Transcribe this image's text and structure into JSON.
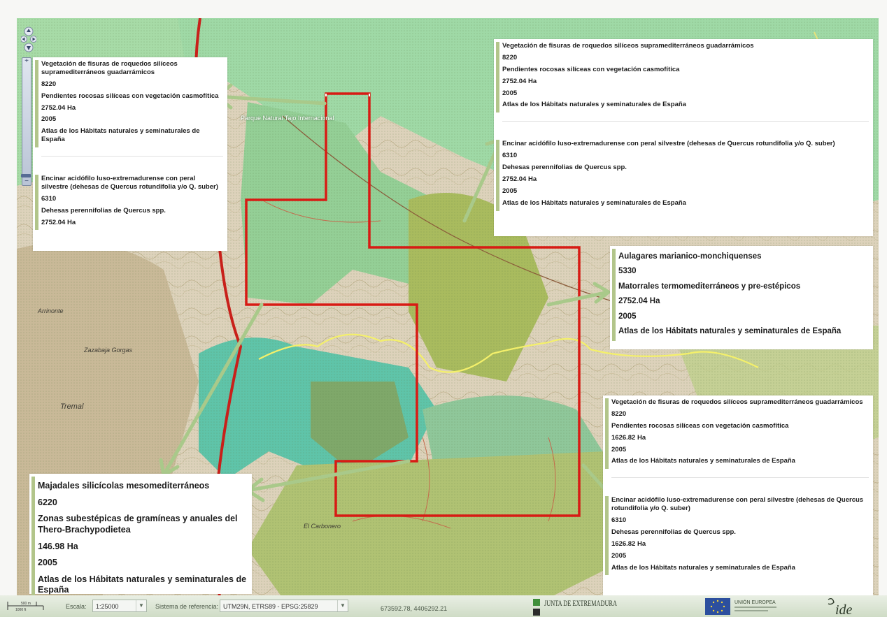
{
  "map": {
    "place_labels": [
      "Parque Natural Tajo Internacional",
      "Tremal",
      "El Carbonero",
      "Zazabaja Gorgas",
      "Arrinonte"
    ]
  },
  "popups": {
    "top_left": [
      {
        "name": "Vegetación de fisuras de roquedos silíceos supramediterráneos guadarrámicos",
        "code": "8220",
        "description": "Pendientes rocosas silíceas con vegetación casmofítica",
        "area": "2752.04 Ha",
        "year": "2005",
        "source": "Atlas de los Hábitats naturales y seminaturales de España"
      },
      {
        "name": "Encinar acidófilo luso-extremadurense con peral silvestre (dehesas de Quercus rotundifolia y/o Q. suber)",
        "code": "6310",
        "description": "Dehesas perennifolias de Quercus spp.",
        "area": "2752.04 Ha"
      }
    ],
    "top_right": [
      {
        "name": "Vegetación de fisuras de roquedos silíceos supramediterráneos guadarrámicos",
        "code": "8220",
        "description": "Pendientes rocosas silíceas con vegetación casmofítica",
        "area": "2752.04 Ha",
        "year": "2005",
        "source": "Atlas de los Hábitats naturales y seminaturales de España"
      },
      {
        "name": "Encinar acidófilo luso-extremadurense con peral silvestre (dehesas de Quercus rotundifolia y/o Q. suber)",
        "code": "6310",
        "description": "Dehesas perennifolias de Quercus spp.",
        "area": "2752.04 Ha",
        "year": "2005",
        "source": "Atlas de los Hábitats naturales y seminaturales de España"
      }
    ],
    "middle_right": {
      "name": "Aulagares marianico-monchiquenses",
      "code": "5330",
      "description": "Matorrales termomediterráneos y pre-estépicos",
      "area": "2752.04 Ha",
      "year": "2005",
      "source": "Atlas de los Hábitats naturales y seminaturales de España"
    },
    "bottom_right": [
      {
        "name": "Vegetación de fisuras de roquedos silíceos supramediterráneos guadarrámicos",
        "code": "8220",
        "description": "Pendientes rocosas silíceas con vegetación casmofítica",
        "area": "1626.82 Ha",
        "year": "2005",
        "source": "Atlas de los Hábitats naturales y seminaturales de España"
      },
      {
        "name": "Encinar acidófilo luso-extremadurense con peral silvestre (dehesas de Quercus rotundifolia y/o Q. suber)",
        "code": "6310",
        "description": "Dehesas perennifolias de Quercus spp.",
        "area": "1626.82 Ha",
        "year": "2005",
        "source": "Atlas de los Hábitats naturales y seminaturales de España"
      }
    ],
    "bottom_left": {
      "name": "Majadales silicícolas mesomediterráneos",
      "code": "6220",
      "description": "Zonas subestépicas de gramíneas y anuales del Thero-Brachypodietea",
      "area": "146.98 Ha",
      "year": "2005",
      "source": "Atlas de los Hábitats naturales y seminaturales de España"
    }
  },
  "footer": {
    "scale_label": "Escala:",
    "scale_value": "1:25000",
    "crs_label": "Sistema de referencia:",
    "crs_value": "UTM29N, ETRS89 - EPSG:25829",
    "coordinates": "673592.78, 4406292.21",
    "scalebar_top": "500 m",
    "scalebar_bottom": "1000 ft",
    "logo_junta": "JUNTA DE EXTREMADURA",
    "logo_ue": "UNIÓN EUROPEA",
    "logo_ide": "ide"
  },
  "colors": {
    "parcel_outline": "#d81b14",
    "border_line": "#c8201a",
    "river": "#f4f06a",
    "habitat_light": "#9fd9a6",
    "habitat_olive": "#a9bb5e",
    "arrow": "#a9c98a"
  }
}
